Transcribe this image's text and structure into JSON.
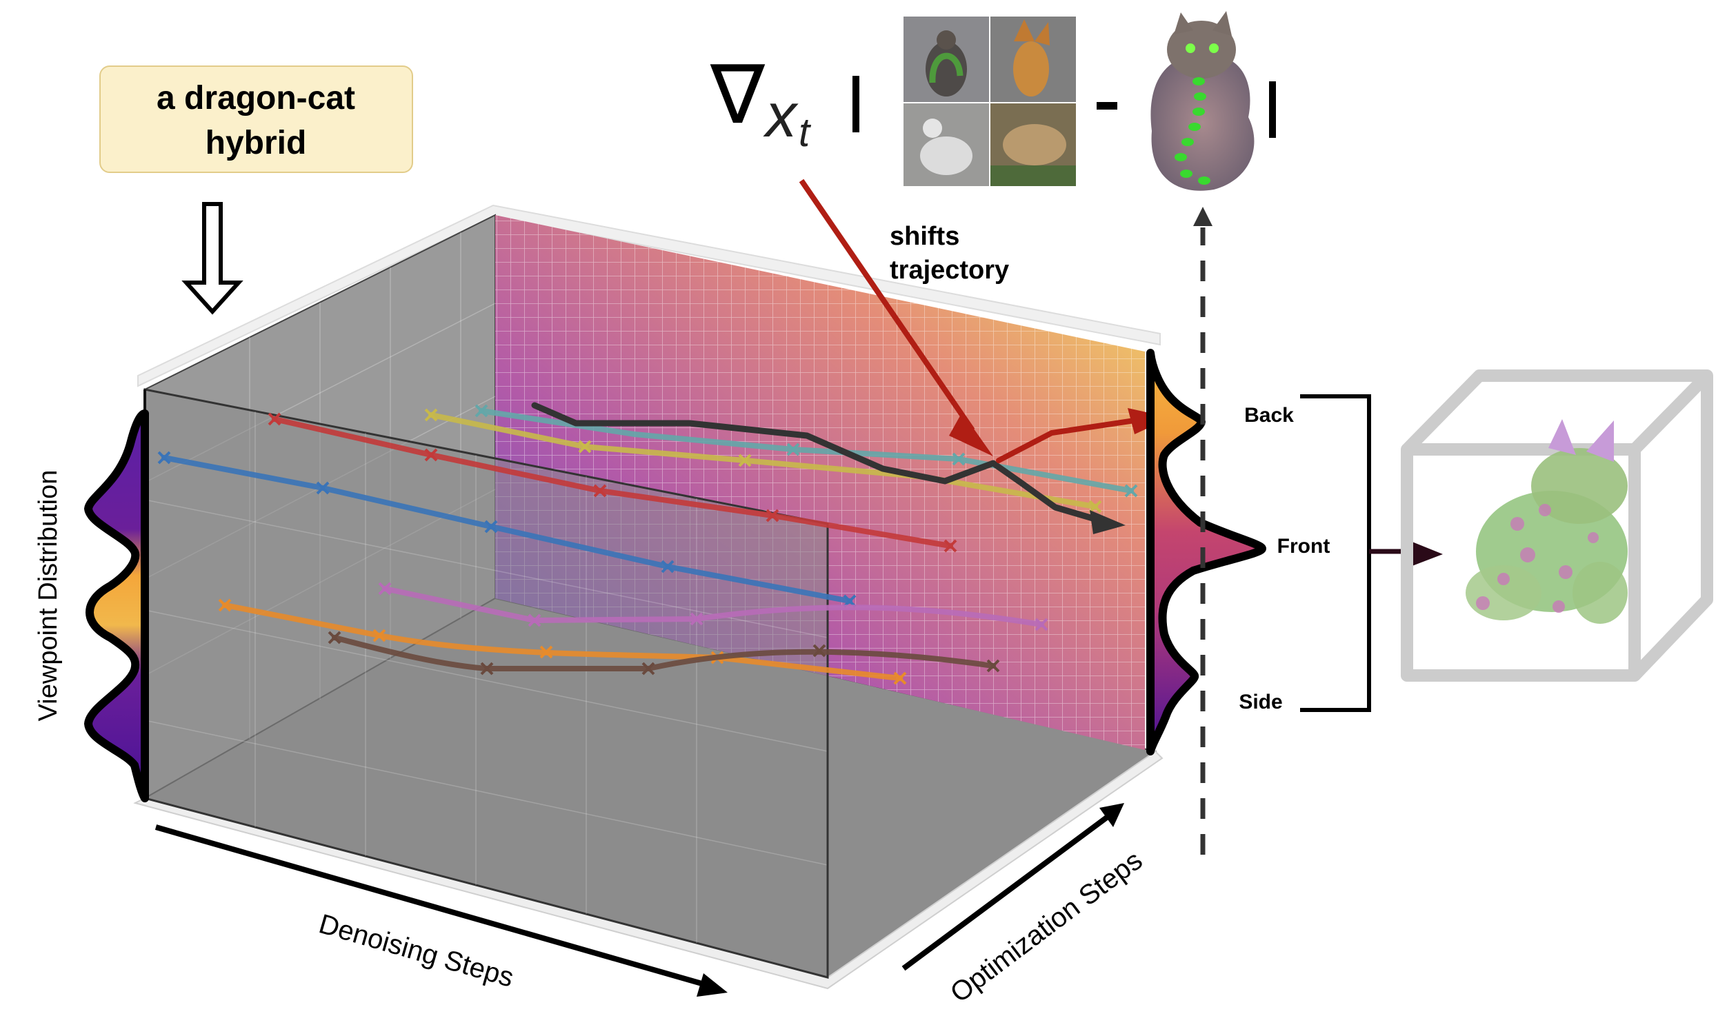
{
  "prompt": {
    "line1": "a dragon-cat",
    "line2": "hybrid",
    "box_fill": "#fbf0cb",
    "box_stroke": "#e2cc8a"
  },
  "formula": {
    "nabla": "∇",
    "var": "x",
    "sub": "t",
    "bar": "|",
    "minus": "-"
  },
  "arrow_label": {
    "line1": "shifts",
    "line2": "trajectory",
    "color": "#b01e14"
  },
  "axes": {
    "y_label": "Viewpoint Distribution",
    "x_label": "Denoising Steps",
    "z_label": "Optimization Steps"
  },
  "view_labels": {
    "back": "Back",
    "front": "Front",
    "side": "Side"
  },
  "colors": {
    "purple": "#5b1fa6",
    "orange": "#f4a63a",
    "magenta": "#c4456e",
    "trajectory_dark": "#333333",
    "arrow_red": "#b01e14"
  },
  "trajectory_colors": [
    "#3a74b8",
    "#c33a3a",
    "#c8b94a",
    "#63a7a9",
    "#e88b2a",
    "#b86bb8",
    "#6a4a3e",
    "#b6544a"
  ],
  "images": {
    "grid": [
      "cat-dragon-sample-1",
      "cat-dragon-sample-2",
      "cat-dragon-sample-3",
      "cat-dragon-sample-4"
    ],
    "render": "dragon-cat-3d-render",
    "cube": "dragon-cat-3d-volume"
  }
}
